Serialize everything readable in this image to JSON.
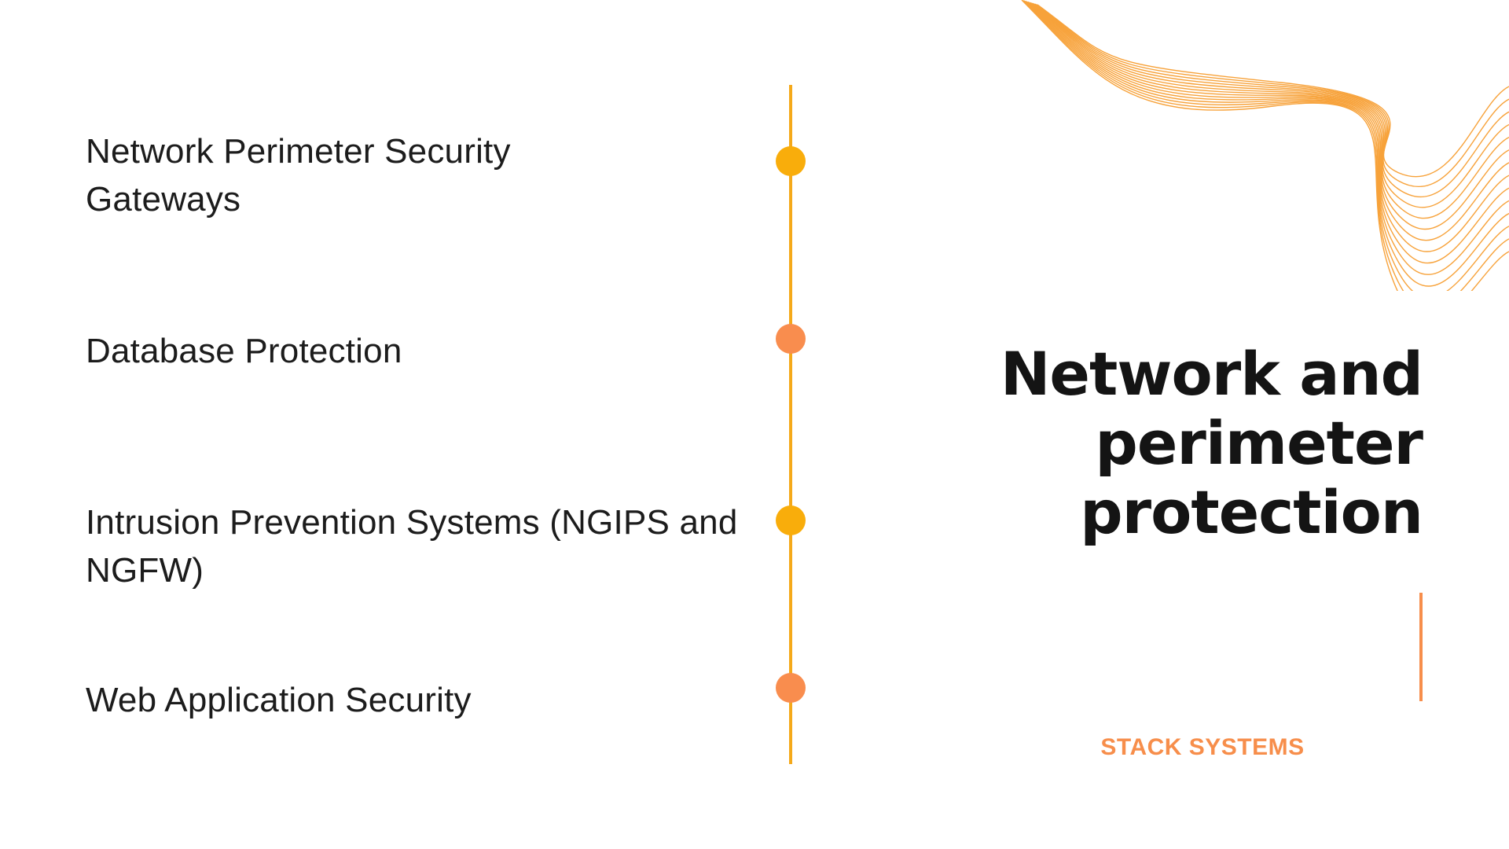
{
  "slide": {
    "title": "Network and perimeter protection",
    "brand": "STACK SYSTEMS"
  },
  "timeline": {
    "items": [
      {
        "label": "Network Perimeter Security Gateways",
        "dot_color": "#f9ad0b"
      },
      {
        "label": "Database Protection",
        "dot_color": "#f98d4e"
      },
      {
        "label": "Intrusion Prevention Systems (NGIPS and NGFW)",
        "dot_color": "#f9ad0b"
      },
      {
        "label": "Web Application Security",
        "dot_color": "#f98d4e"
      }
    ]
  },
  "colors": {
    "line": "#f5a91a",
    "wave": "#f7a23a",
    "accent": "#f78e4b",
    "text": "#1c1c1c"
  },
  "decoration": {
    "wave_icon": "wave-lines-icon"
  }
}
